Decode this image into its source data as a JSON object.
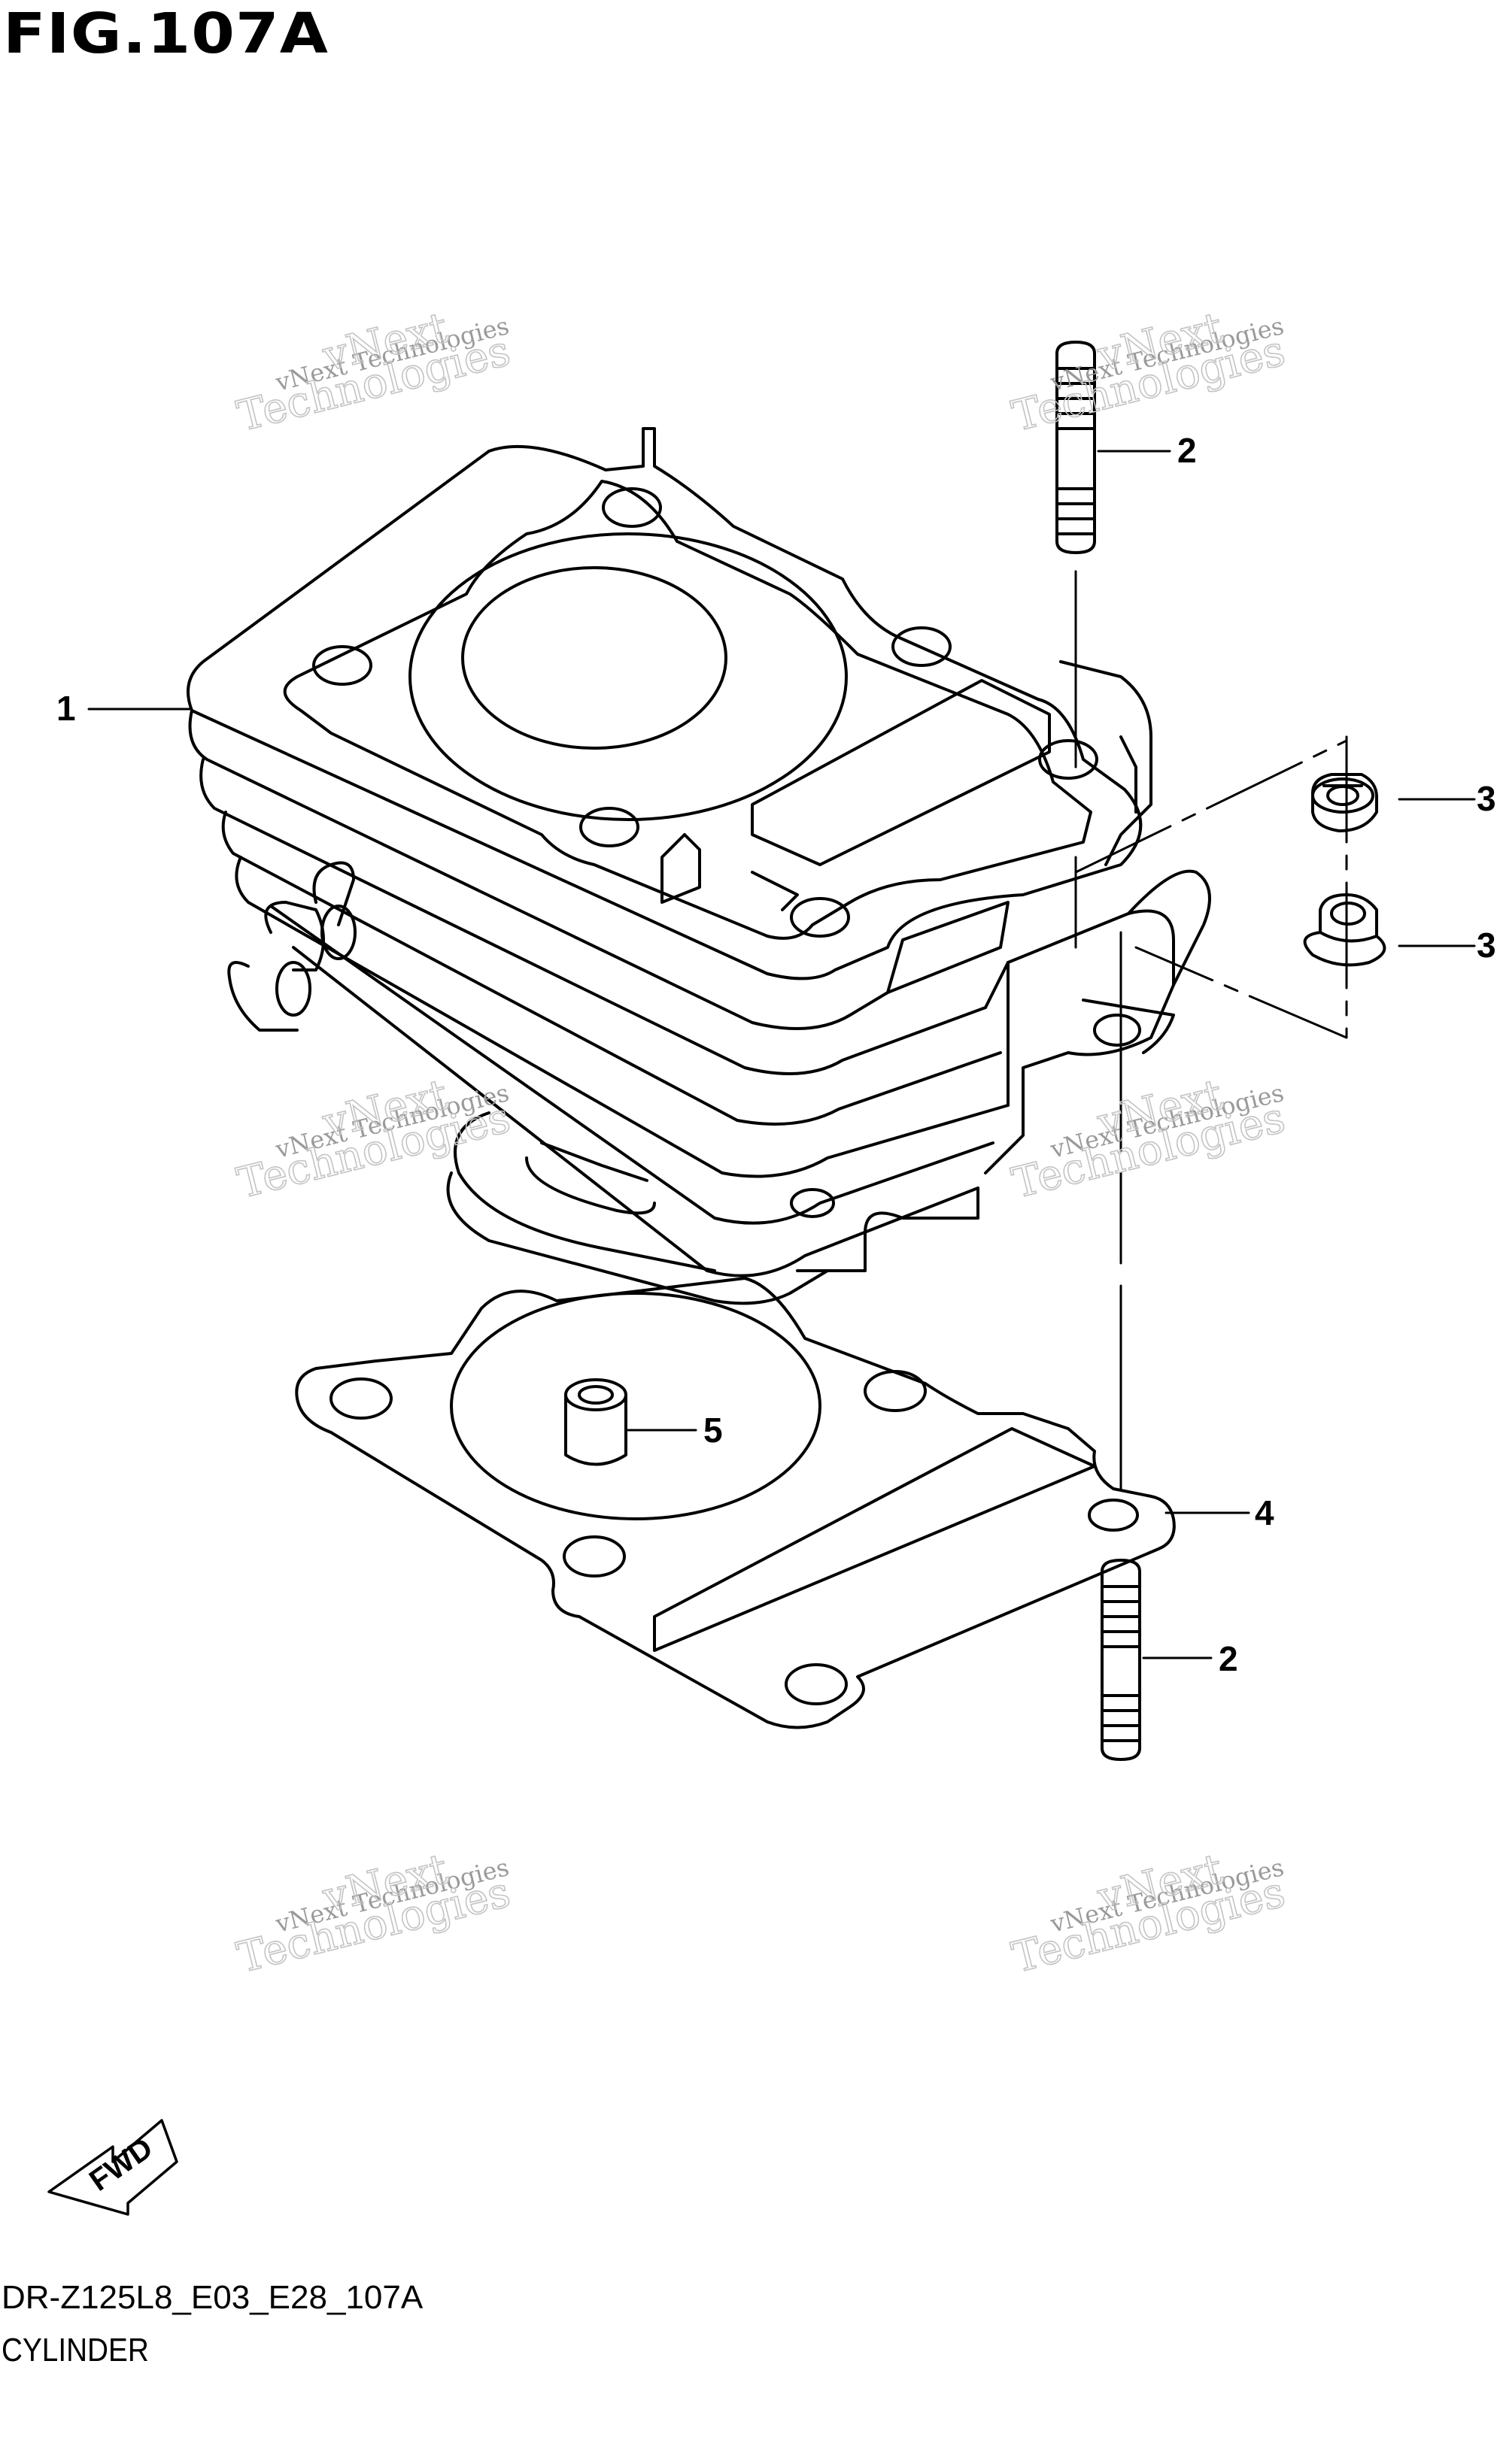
{
  "figure": {
    "title": "FIG.107A"
  },
  "footer": {
    "code": "DR-Z125L8_E03_E28_107A",
    "name": "CYLINDER"
  },
  "callouts": [
    {
      "ref": "1",
      "label": "1"
    },
    {
      "ref": "2",
      "label": "2"
    },
    {
      "ref": "2",
      "label": "2"
    },
    {
      "ref": "3",
      "label": "3"
    },
    {
      "ref": "3",
      "label": "3"
    },
    {
      "ref": "4",
      "label": "4"
    },
    {
      "ref": "5",
      "label": "5"
    }
  ],
  "watermark": {
    "line1": "vNext Technologies",
    "line2": "vNext",
    "line3": "Technologies"
  },
  "direction": {
    "label": "FWD",
    "icon": "forward-arrow-icon"
  },
  "colors": {
    "line": "#000000",
    "background": "#ffffff",
    "watermark": "#9a9a9a"
  }
}
